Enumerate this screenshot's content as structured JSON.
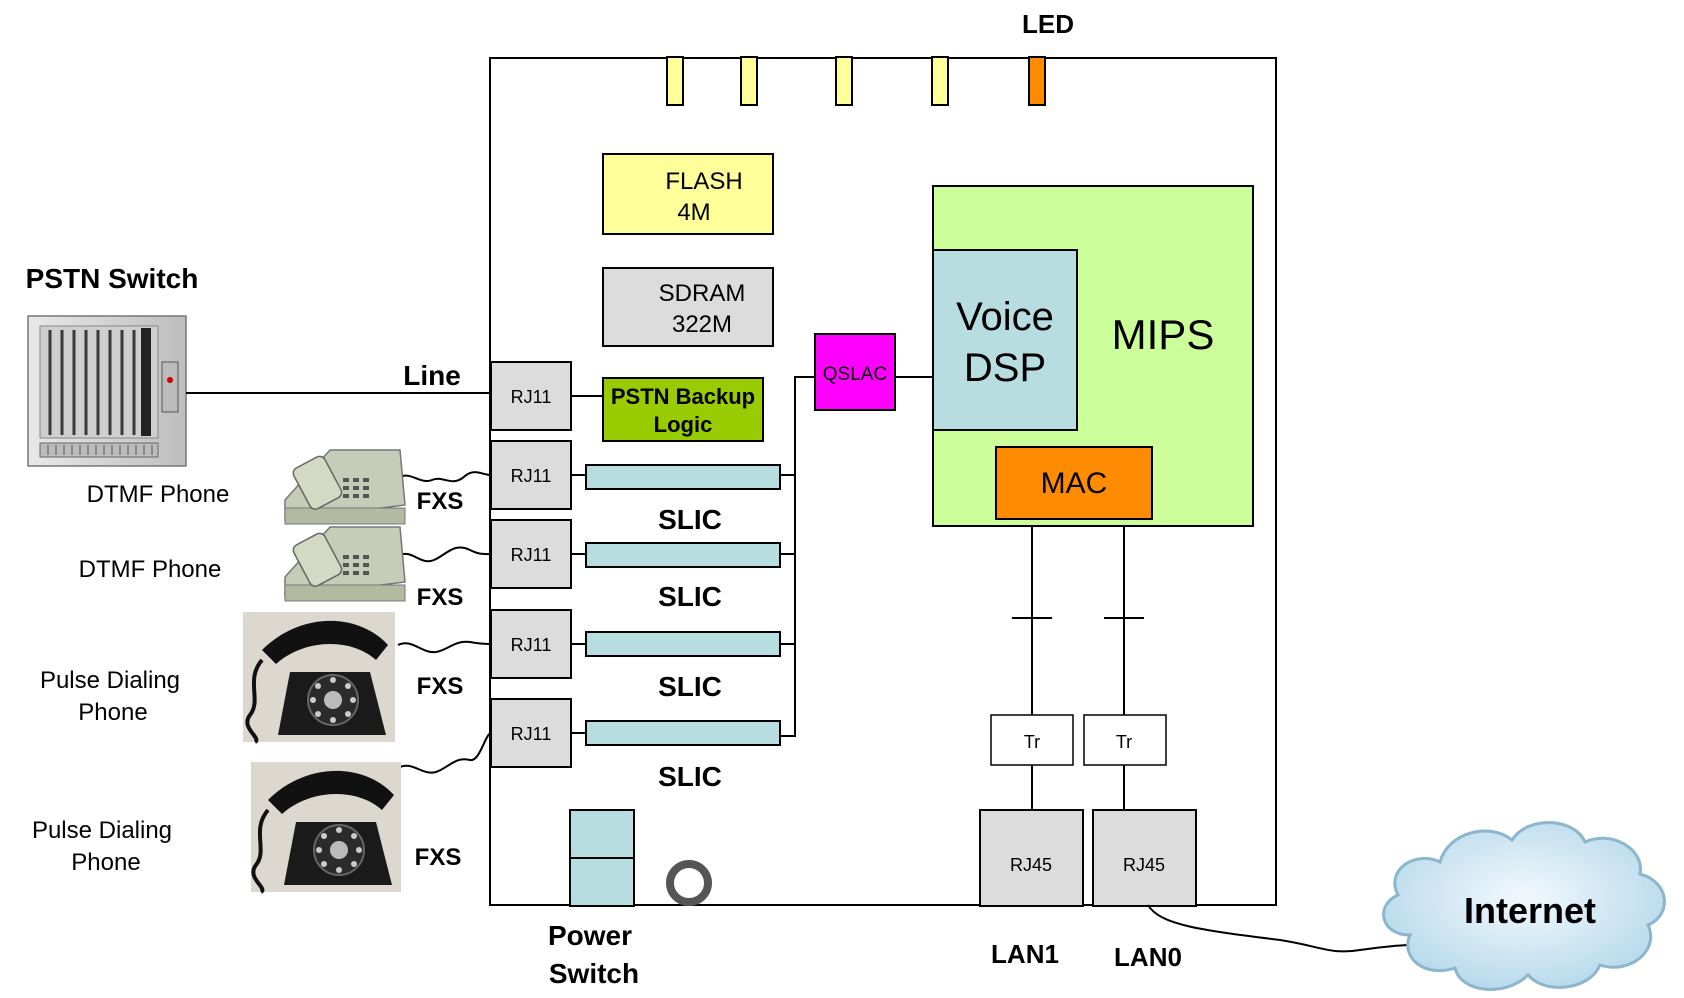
{
  "led_label": "LED",
  "pstn_switch_label": "PSTN Switch",
  "line_label": "Line",
  "flash": {
    "line1": "FLASH",
    "line2": "4M"
  },
  "sdram": {
    "line1": "SDRAM",
    "line2": "322M"
  },
  "pstn_backup": {
    "line1": "PSTN Backup",
    "line2": "Logic"
  },
  "qslac_label": "QSLAC",
  "voice_dsp": {
    "line1": "Voice",
    "line2": "DSP"
  },
  "mips_label": "MIPS",
  "mac_label": "MAC",
  "rj11_label": "RJ11",
  "slic_label": "SLIC",
  "fxs_label": "FXS",
  "phones": {
    "dtmf1": "DTMF Phone",
    "dtmf2": "DTMF Phone",
    "pulse1": {
      "line1": "Pulse Dialing",
      "line2": "Phone"
    },
    "pulse2": {
      "line1": "Pulse Dialing",
      "line2": "Phone"
    }
  },
  "tr_label": "Tr",
  "rj45_label": "RJ45",
  "lan1_label": "LAN1",
  "lan0_label": "LAN0",
  "power_switch": {
    "line1": "Power",
    "line2": "Switch"
  },
  "internet_label": "Internet",
  "colors": {
    "led_yellow": "#ffff99",
    "led_orange": "#ff8c00",
    "flash_fill": "#ffff99",
    "sdram_fill": "#dcdcdc",
    "pstn_backup_fill": "#99cc00",
    "qslac_fill": "#ff00ff",
    "mips_fill": "#ccff99",
    "voice_dsp_fill": "#b7dde0",
    "mac_fill": "#ff8c00",
    "slic_fill": "#b7dde0",
    "rj_fill": "#dcdcdc",
    "cloud_fill": "#cfe6f2"
  }
}
